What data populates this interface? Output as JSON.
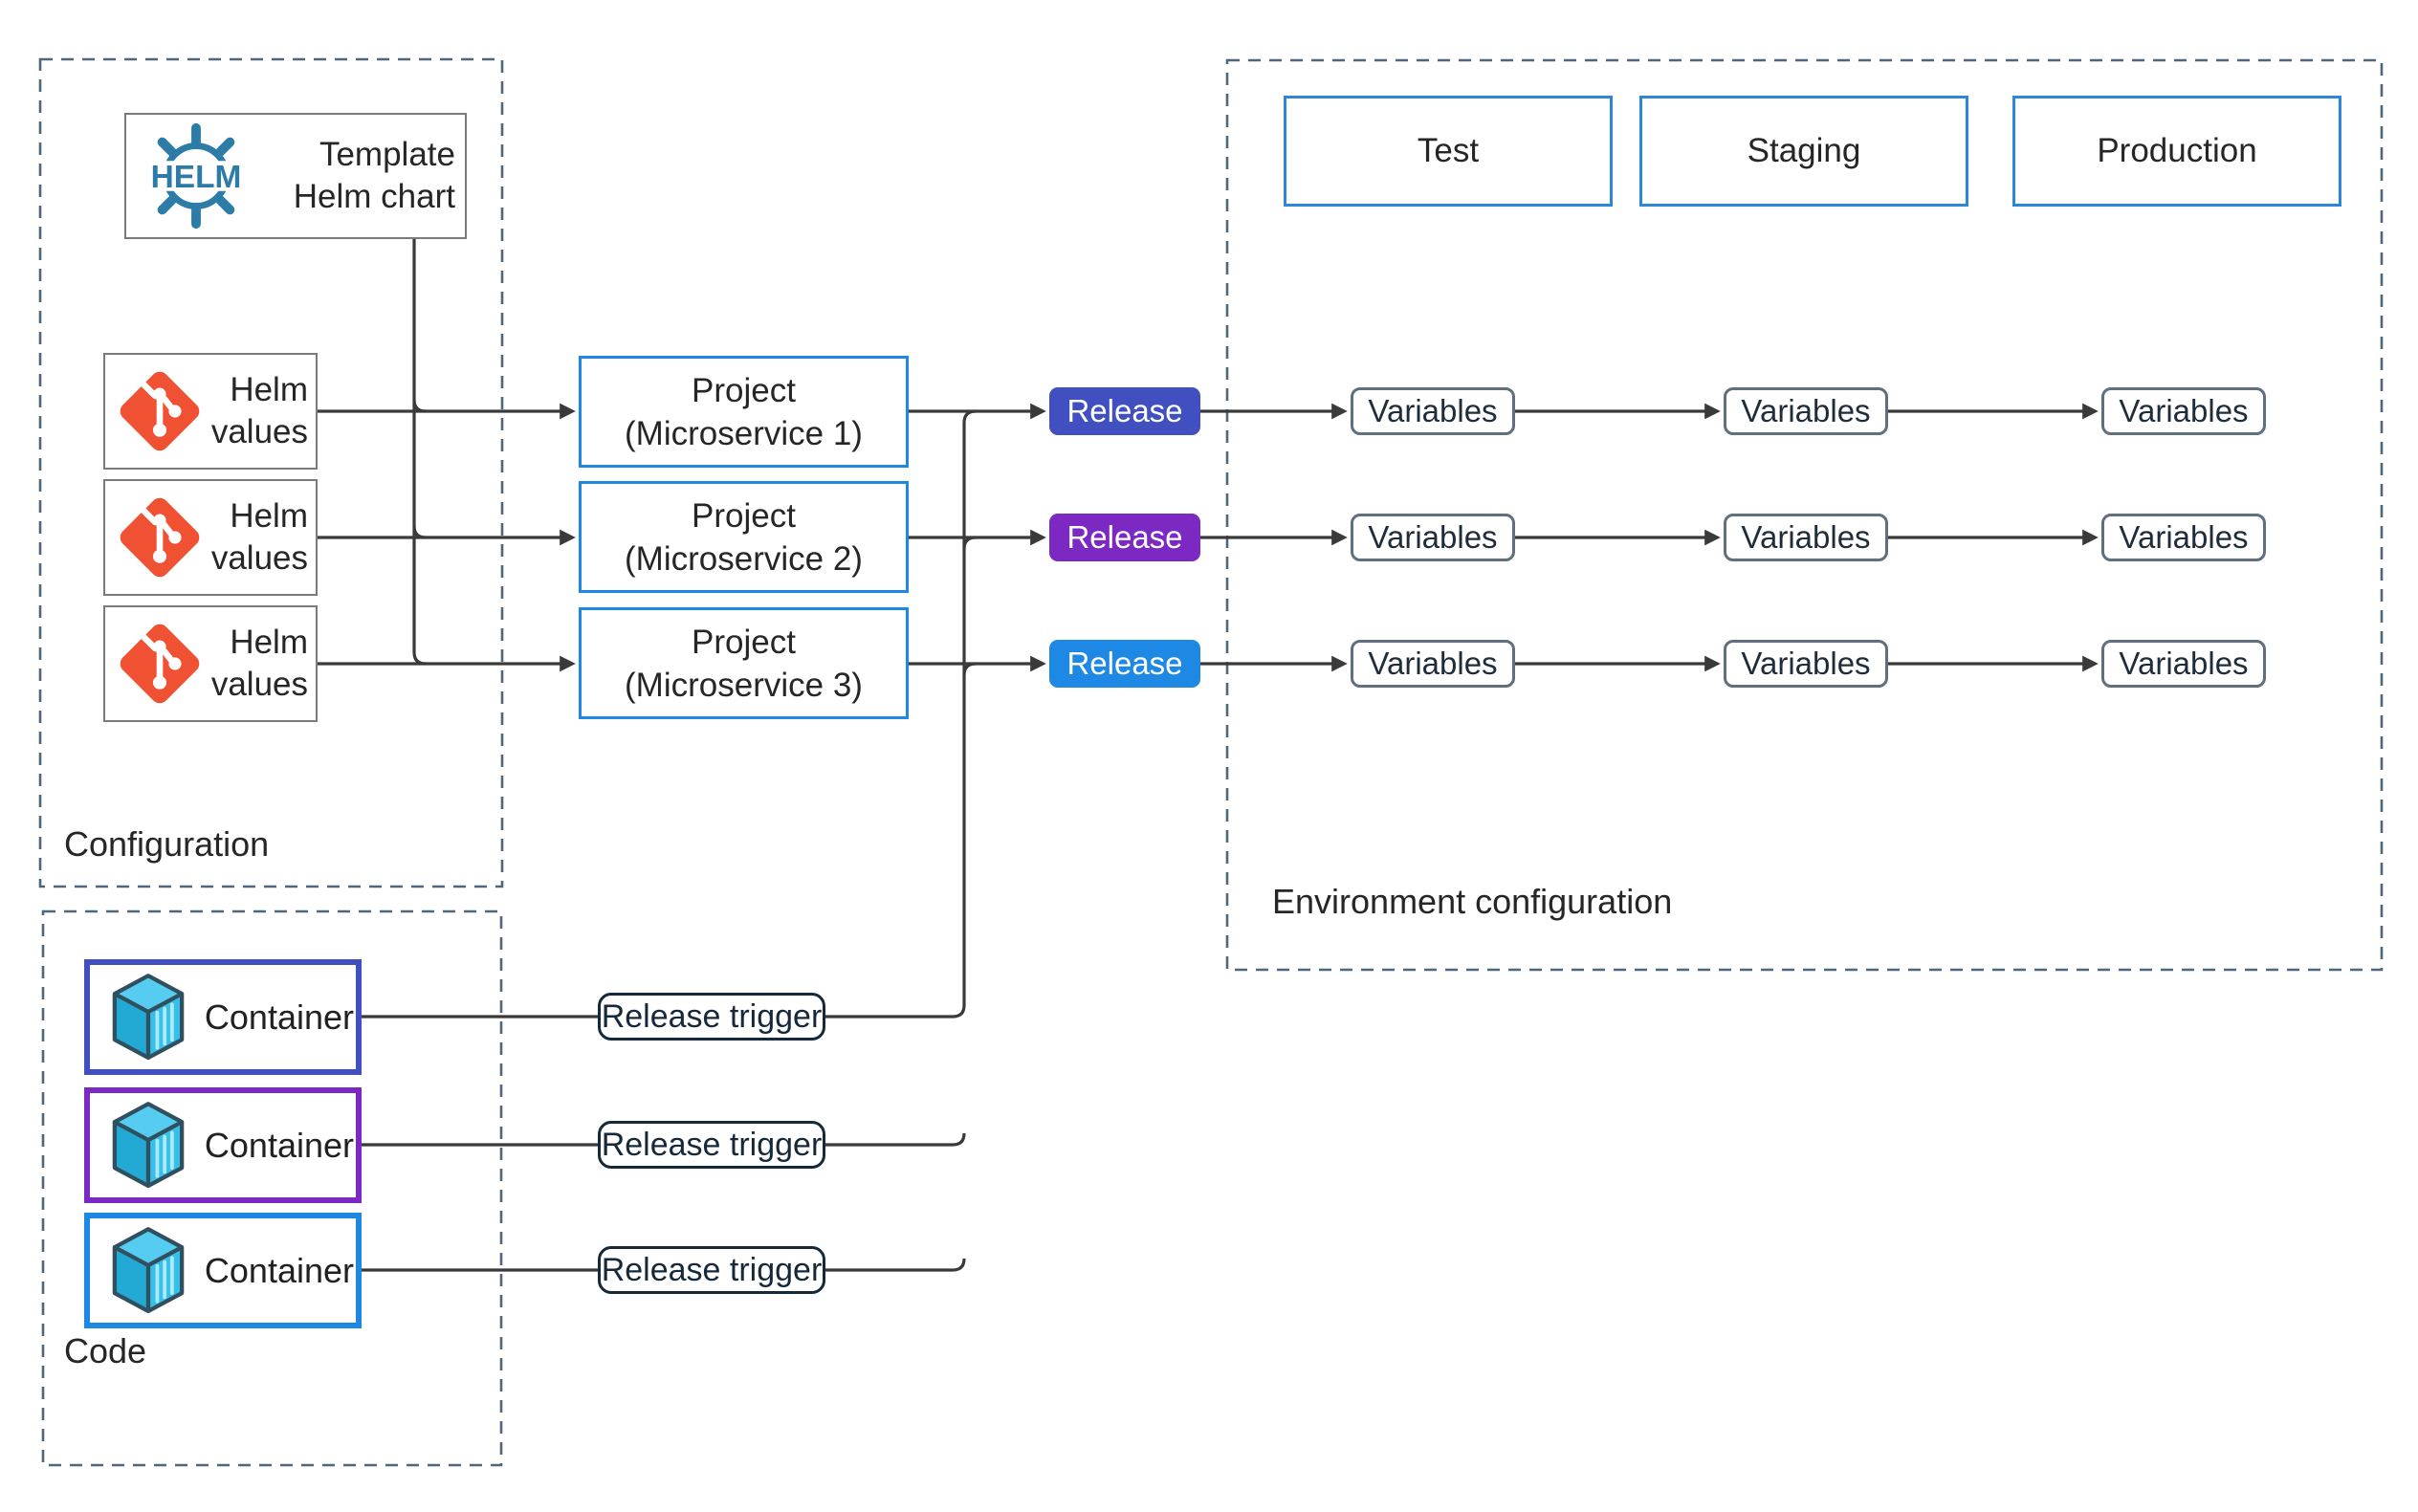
{
  "colors": {
    "line": "#3a3a3a",
    "dash": "#51667a",
    "box_gray": "#7b7b7b",
    "blue": "#1e88e5",
    "stage_blue": "#2e86d8",
    "indigo": "#4150c0",
    "purple": "#7b29c2",
    "slate": "#5f6f7f",
    "navy": "#16293a",
    "text_dark": "#262626",
    "var_text": "#1f2d3a",
    "git_red": "#f05133",
    "helm_blue": "#2d7ca8",
    "cube_top": "#55ccf0",
    "cube_left": "#22a9d4",
    "cube_right": "#36c0e9",
    "cube_slat": "#a9e9fa",
    "cube_outline": "#31505f"
  },
  "configuration": {
    "label": "Configuration",
    "template_chart": {
      "icon": "helm-logo",
      "helm_text": "HELM",
      "title_line1": "Template",
      "title_line2": "Helm chart"
    },
    "helm_values": [
      {
        "icon": "git-icon",
        "line1": "Helm",
        "line2": "values"
      },
      {
        "icon": "git-icon",
        "line1": "Helm",
        "line2": "values"
      },
      {
        "icon": "git-icon",
        "line1": "Helm",
        "line2": "values"
      }
    ]
  },
  "projects": [
    {
      "line1": "Project",
      "line2": "(Microservice 1)"
    },
    {
      "line1": "Project",
      "line2": "(Microservice 2)"
    },
    {
      "line1": "Project",
      "line2": "(Microservice 3)"
    }
  ],
  "releases": [
    {
      "label": "Release",
      "color": "#4150c0"
    },
    {
      "label": "Release",
      "color": "#7b29c2"
    },
    {
      "label": "Release",
      "color": "#1e88e5"
    }
  ],
  "pipeline": {
    "release_triggers": [
      {
        "label": "Release trigger"
      },
      {
        "label": "Release trigger"
      },
      {
        "label": "Release trigger"
      }
    ]
  },
  "code": {
    "label": "Code",
    "containers": [
      {
        "icon": "container-cube-icon",
        "label": "Container",
        "accent": "#4150c0"
      },
      {
        "icon": "container-cube-icon",
        "label": "Container",
        "accent": "#7b29c2"
      },
      {
        "icon": "container-cube-icon",
        "label": "Container",
        "accent": "#1e88e5"
      }
    ]
  },
  "environment": {
    "label": "Environment configuration",
    "stages": [
      {
        "label": "Test"
      },
      {
        "label": "Staging"
      },
      {
        "label": "Production"
      }
    ],
    "variables": [
      [
        {
          "label": "Variables"
        },
        {
          "label": "Variables"
        },
        {
          "label": "Variables"
        }
      ],
      [
        {
          "label": "Variables"
        },
        {
          "label": "Variables"
        },
        {
          "label": "Variables"
        }
      ],
      [
        {
          "label": "Variables"
        },
        {
          "label": "Variables"
        },
        {
          "label": "Variables"
        }
      ]
    ]
  }
}
